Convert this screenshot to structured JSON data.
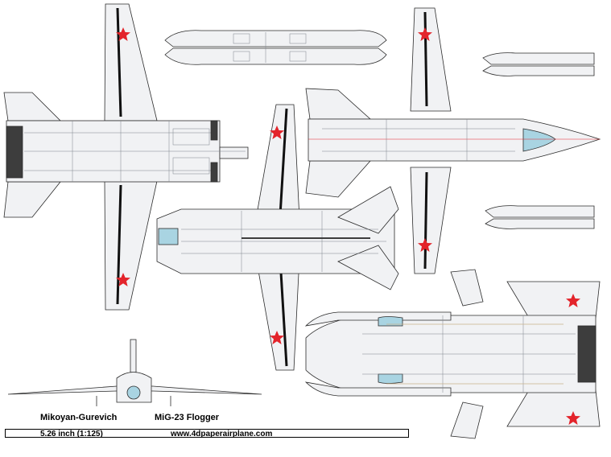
{
  "sheet": {
    "manufacturer": "Mikoyan-Gurevich",
    "model": "MiG-23 Flogger",
    "scale": "5.26 inch (1:125)",
    "website": "www.4dpaperairplane.com"
  },
  "colors": {
    "skin": "#f1f2f4",
    "panel_line": "#7d838a",
    "dark_panel": "#3d3d3d",
    "canopy": "#a9d4e2",
    "star": "#e3242b",
    "outline": "#2b2b2b"
  }
}
